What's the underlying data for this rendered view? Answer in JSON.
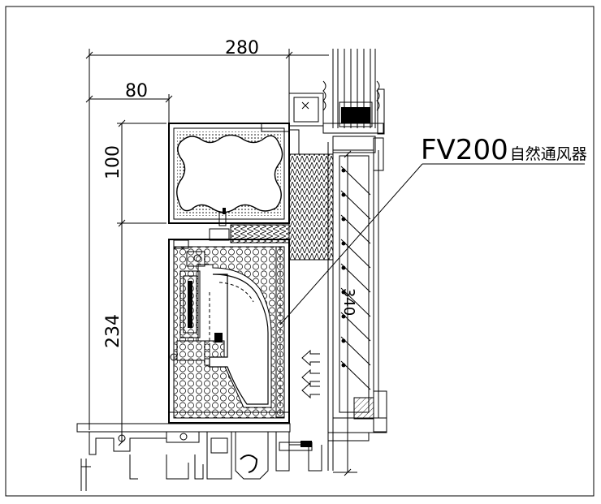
{
  "dimensions": {
    "total_width": "280",
    "left_width": "80",
    "upper_height": "100",
    "lower_height": "234",
    "right_height": "340"
  },
  "callout": {
    "model": "FV200",
    "name": "自然通风器"
  }
}
